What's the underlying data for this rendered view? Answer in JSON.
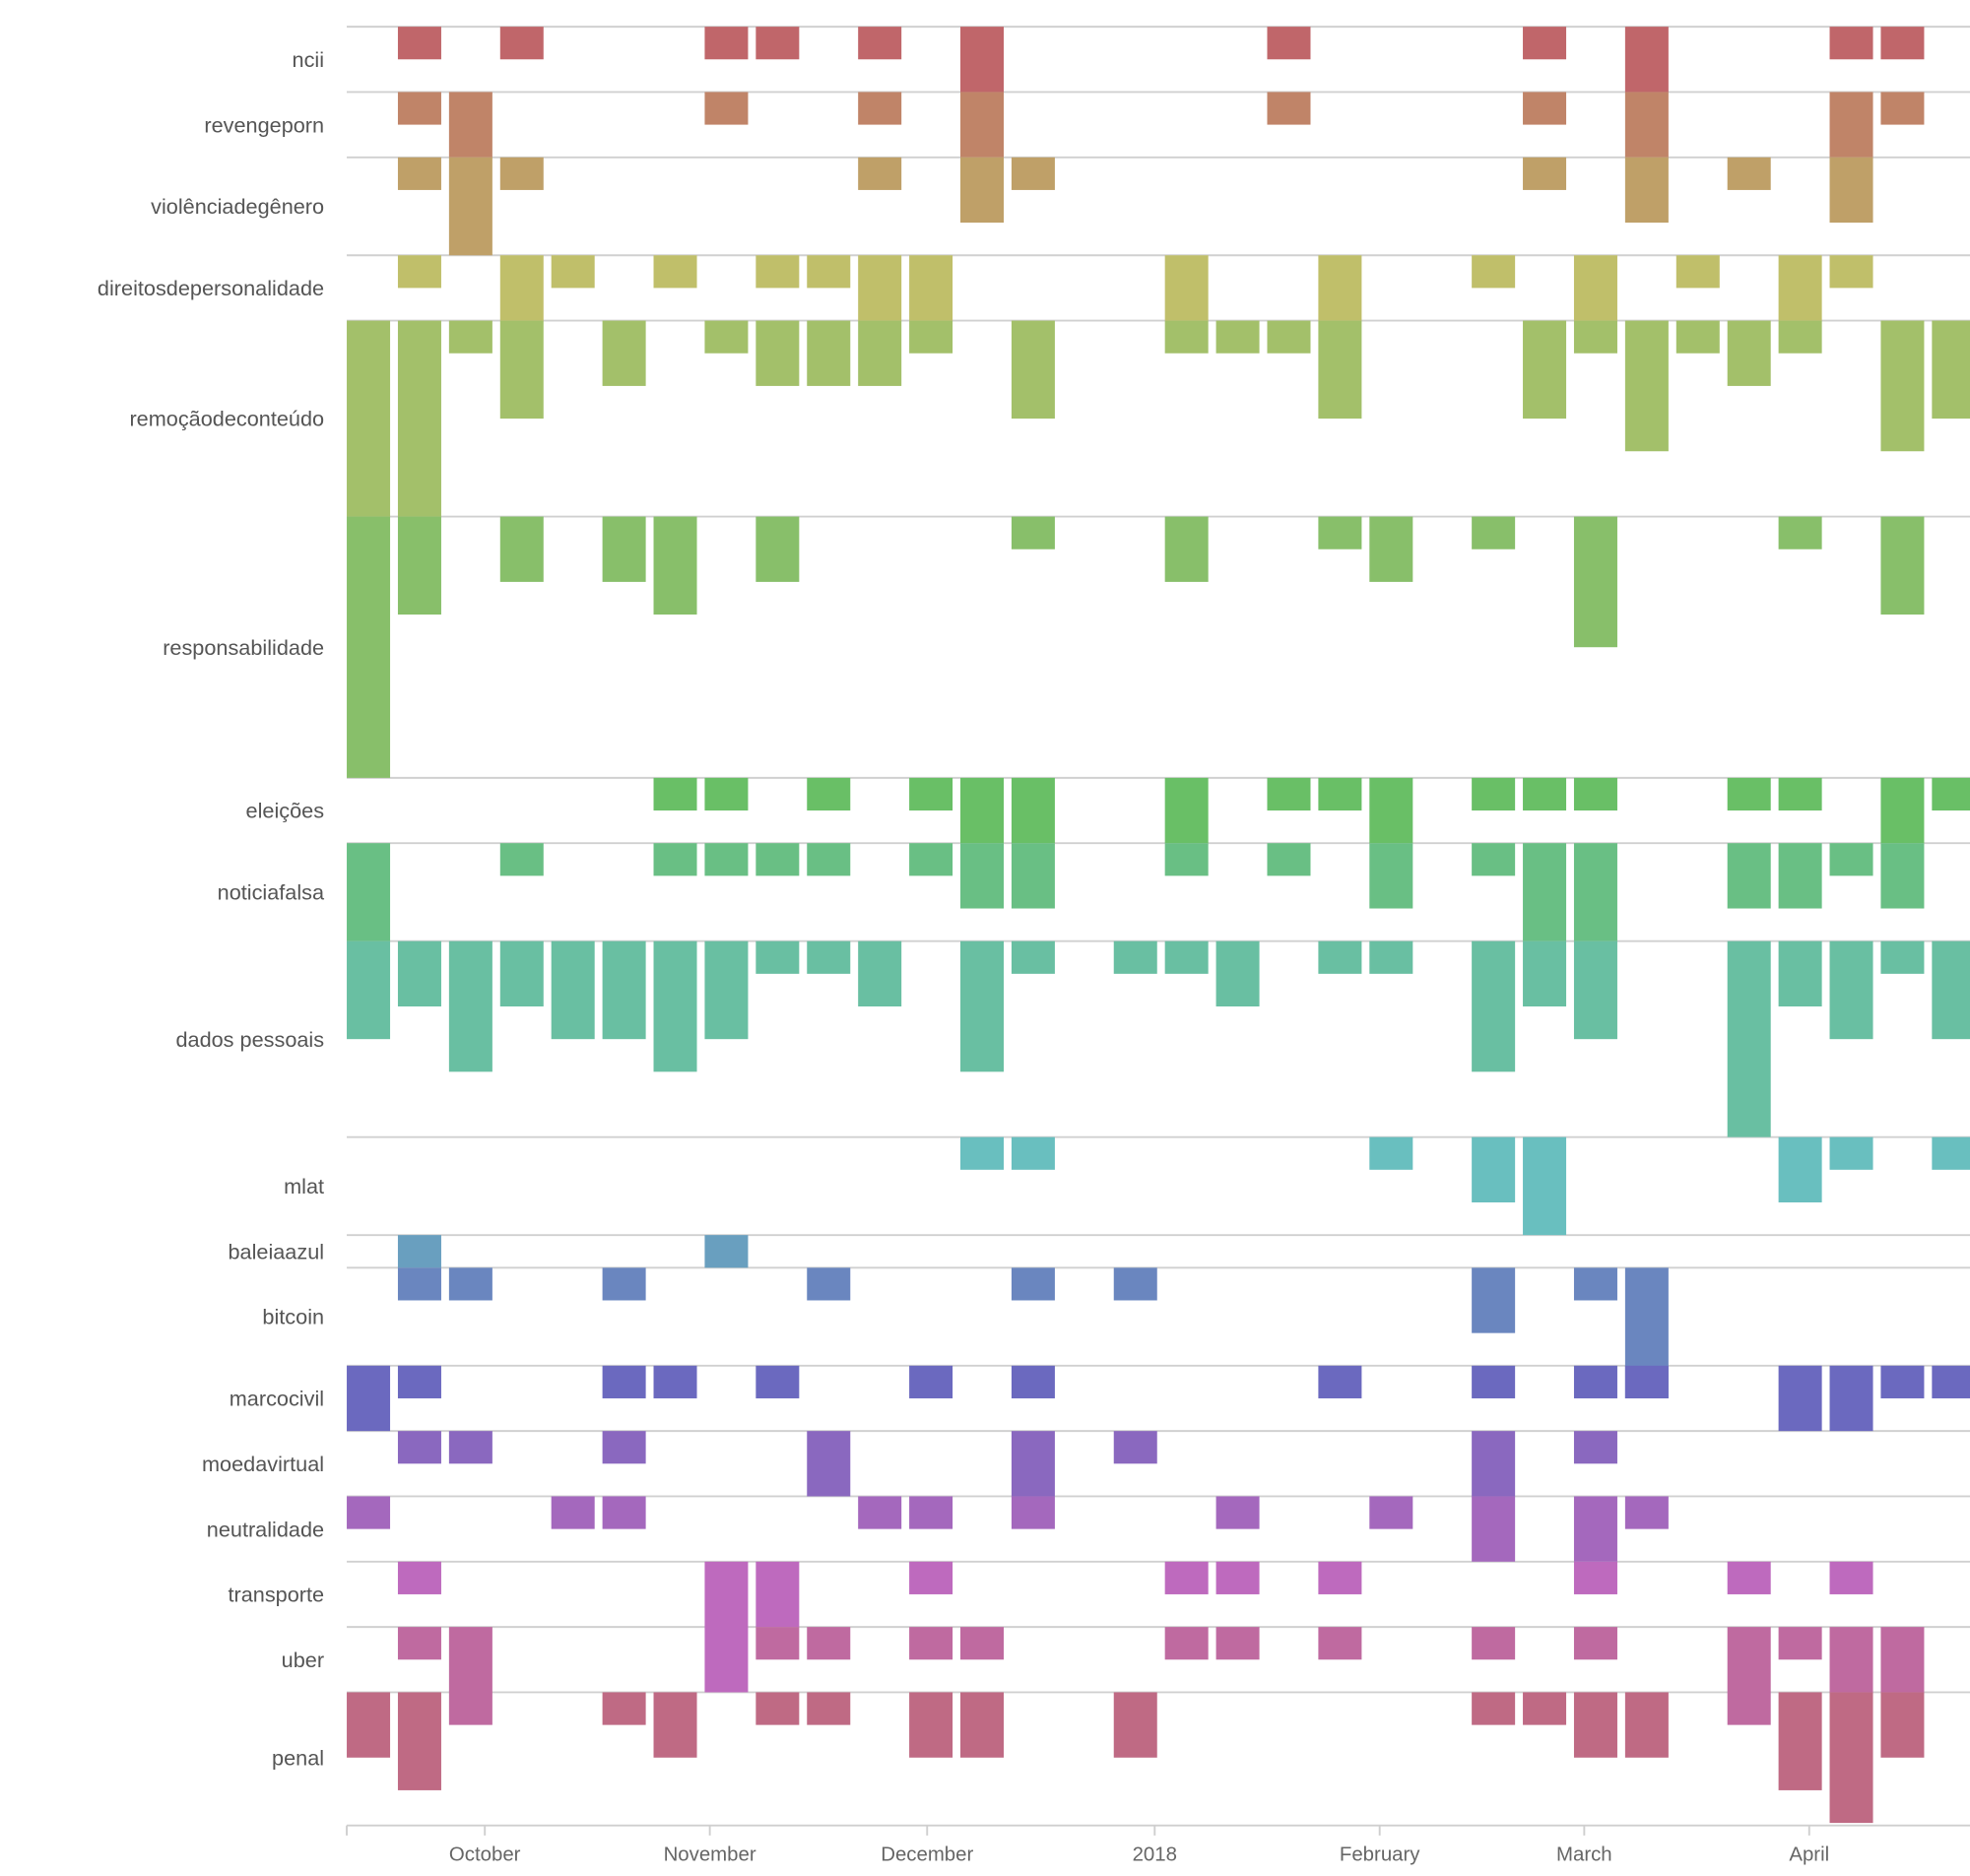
{
  "chart_data": {
    "type": "bar",
    "title": "",
    "xlabel": "",
    "ylabel": "",
    "weeks": 32,
    "x_ticks": [
      {
        "label": "October",
        "week": 2.7
      },
      {
        "label": "November",
        "week": 7.1
      },
      {
        "label": "December",
        "week": 11.35
      },
      {
        "label": "2018",
        "week": 15.8
      },
      {
        "label": "February",
        "week": 20.2
      },
      {
        "label": "March",
        "week": 24.2
      },
      {
        "label": "April",
        "week": 28.6
      }
    ],
    "series": [
      {
        "name": "ncii",
        "color": "#c0666a",
        "band": 2,
        "values": [
          0,
          1,
          0,
          1,
          0,
          0,
          0,
          1,
          1,
          0,
          1,
          0,
          2,
          0,
          0,
          0,
          0,
          0,
          1,
          0,
          0,
          0,
          0,
          1,
          0,
          2,
          0,
          0,
          0,
          1,
          1,
          0
        ]
      },
      {
        "name": "revengeporn",
        "color": "#c08468",
        "band": 2,
        "values": [
          0,
          1,
          2,
          0,
          0,
          0,
          0,
          1,
          0,
          0,
          1,
          0,
          2,
          0,
          0,
          0,
          0,
          0,
          1,
          0,
          0,
          0,
          0,
          1,
          0,
          2,
          0,
          0,
          0,
          2,
          1,
          0
        ]
      },
      {
        "name": "violênciadegênero",
        "color": "#bfa068",
        "band": 3,
        "values": [
          0,
          1,
          3,
          1,
          0,
          0,
          0,
          0,
          0,
          0,
          1,
          0,
          2,
          1,
          0,
          0,
          0,
          0,
          0,
          0,
          0,
          0,
          0,
          1,
          0,
          2,
          0,
          1,
          0,
          2,
          0,
          0
        ]
      },
      {
        "name": "direitosdepersonalidade",
        "color": "#c0bf6a",
        "band": 2,
        "values": [
          0,
          1,
          0,
          2,
          1,
          0,
          1,
          0,
          1,
          1,
          2,
          2,
          0,
          0,
          0,
          0,
          2,
          0,
          0,
          2,
          0,
          0,
          1,
          0,
          2,
          0,
          1,
          0,
          2,
          1,
          0,
          0
        ]
      },
      {
        "name": "remoçãodeconteúdo",
        "color": "#a3c06a",
        "band": 6,
        "values": [
          6,
          6,
          1,
          3,
          0,
          2,
          0,
          1,
          2,
          2,
          2,
          1,
          0,
          3,
          0,
          0,
          1,
          1,
          1,
          3,
          0,
          0,
          0,
          3,
          1,
          4,
          1,
          2,
          1,
          0,
          4,
          3
        ]
      },
      {
        "name": "responsabilidade",
        "color": "#88bf6a",
        "band": 8,
        "values": [
          8,
          3,
          0,
          2,
          0,
          2,
          3,
          0,
          2,
          0,
          0,
          0,
          0,
          1,
          0,
          0,
          2,
          0,
          0,
          1,
          2,
          0,
          1,
          0,
          4,
          0,
          0,
          0,
          1,
          0,
          3,
          0
        ]
      },
      {
        "name": "eleições",
        "color": "#69bf66",
        "band": 2,
        "values": [
          0,
          0,
          0,
          0,
          0,
          0,
          1,
          1,
          0,
          1,
          0,
          1,
          2,
          2,
          0,
          0,
          2,
          0,
          1,
          1,
          2,
          0,
          1,
          1,
          1,
          0,
          0,
          1,
          1,
          0,
          2,
          1
        ]
      },
      {
        "name": "noticiafalsa",
        "color": "#69bf84",
        "band": 3,
        "values": [
          3,
          0,
          0,
          1,
          0,
          0,
          1,
          1,
          1,
          1,
          0,
          1,
          2,
          2,
          0,
          0,
          1,
          0,
          1,
          0,
          2,
          0,
          1,
          3,
          3,
          0,
          0,
          2,
          2,
          1,
          2,
          0
        ]
      },
      {
        "name": "dados pessoais",
        "color": "#69bfa2",
        "band": 6,
        "values": [
          3,
          2,
          4,
          2,
          3,
          3,
          4,
          3,
          1,
          1,
          2,
          0,
          4,
          1,
          0,
          1,
          1,
          2,
          0,
          1,
          1,
          0,
          4,
          2,
          3,
          0,
          0,
          6,
          2,
          3,
          1,
          3
        ]
      },
      {
        "name": "mlat",
        "color": "#69bfbf",
        "band": 3,
        "values": [
          0,
          0,
          0,
          0,
          0,
          0,
          0,
          0,
          0,
          0,
          0,
          0,
          1,
          1,
          0,
          0,
          0,
          0,
          0,
          0,
          1,
          0,
          2,
          3,
          0,
          0,
          0,
          0,
          2,
          1,
          0,
          1
        ]
      },
      {
        "name": "baleiaazul",
        "color": "#699fbf",
        "band": 1,
        "values": [
          0,
          1,
          0,
          0,
          0,
          0,
          0,
          1,
          0,
          0,
          0,
          0,
          0,
          0,
          0,
          0,
          0,
          0,
          0,
          0,
          0,
          0,
          0,
          0,
          0,
          0,
          0,
          0,
          0,
          0,
          0,
          0
        ]
      },
      {
        "name": "bitcoin",
        "color": "#6a86bf",
        "band": 3,
        "values": [
          0,
          1,
          1,
          0,
          0,
          1,
          0,
          0,
          0,
          1,
          0,
          0,
          0,
          1,
          0,
          1,
          0,
          0,
          0,
          0,
          0,
          0,
          2,
          0,
          1,
          4,
          0,
          0,
          0,
          0,
          0,
          0
        ]
      },
      {
        "name": "marcocivil",
        "color": "#6b69bf",
        "band": 2,
        "values": [
          2,
          1,
          0,
          0,
          0,
          1,
          1,
          0,
          1,
          0,
          0,
          1,
          0,
          1,
          0,
          0,
          0,
          0,
          0,
          1,
          0,
          0,
          1,
          0,
          1,
          1,
          0,
          0,
          2,
          2,
          1,
          1
        ]
      },
      {
        "name": "moedavirtual",
        "color": "#8a68bf",
        "band": 2,
        "values": [
          0,
          1,
          1,
          0,
          0,
          1,
          0,
          0,
          0,
          2,
          0,
          0,
          0,
          2,
          0,
          1,
          0,
          0,
          0,
          0,
          0,
          0,
          2,
          0,
          1,
          0,
          0,
          0,
          0,
          0,
          0,
          0
        ]
      },
      {
        "name": "neutralidade",
        "color": "#a468bd",
        "band": 2,
        "values": [
          1,
          0,
          0,
          0,
          1,
          1,
          0,
          0,
          0,
          0,
          1,
          1,
          0,
          1,
          0,
          0,
          0,
          1,
          0,
          0,
          1,
          0,
          2,
          0,
          2,
          1,
          0,
          0,
          0,
          0,
          0,
          0
        ]
      },
      {
        "name": "transporte",
        "color": "#be6abe",
        "band": 2,
        "values": [
          0,
          1,
          0,
          0,
          0,
          0,
          0,
          4,
          2,
          0,
          0,
          1,
          0,
          0,
          0,
          0,
          1,
          1,
          0,
          1,
          0,
          0,
          0,
          0,
          1,
          0,
          0,
          1,
          0,
          1,
          0,
          0
        ]
      },
      {
        "name": "uber",
        "color": "#bf6aa0",
        "band": 2,
        "values": [
          0,
          1,
          3,
          0,
          0,
          0,
          0,
          0,
          1,
          1,
          0,
          1,
          1,
          0,
          0,
          0,
          1,
          1,
          0,
          1,
          0,
          0,
          1,
          0,
          1,
          0,
          0,
          3,
          1,
          2,
          2,
          0
        ]
      },
      {
        "name": "penal",
        "color": "#bf6a84",
        "band": 4,
        "values": [
          2,
          3,
          0,
          0,
          0,
          1,
          2,
          0,
          1,
          1,
          0,
          2,
          2,
          0,
          0,
          2,
          0,
          0,
          0,
          0,
          0,
          0,
          1,
          1,
          2,
          2,
          0,
          0,
          3,
          4,
          2,
          0
        ]
      }
    ]
  }
}
